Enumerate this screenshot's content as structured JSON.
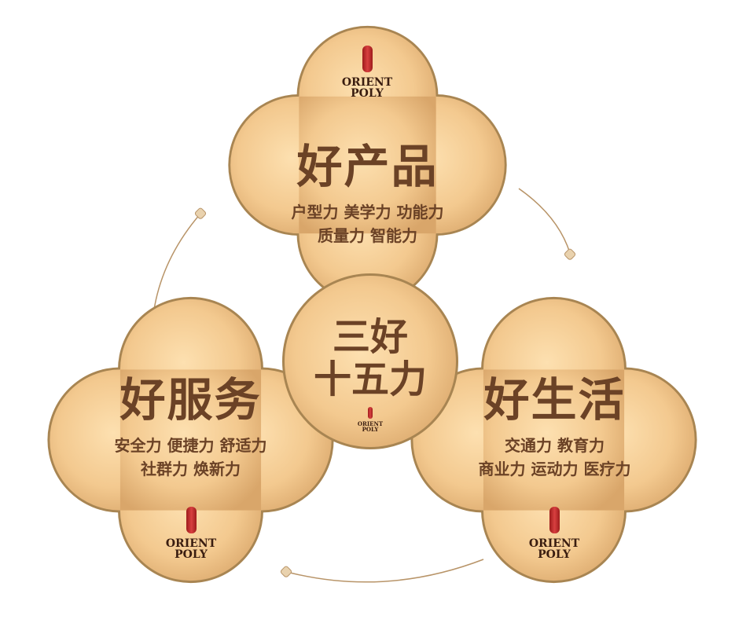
{
  "center": {
    "line1": "三好",
    "line2": "十五力",
    "logo": "ORIENT POLY",
    "logo_line1": "ORIENT",
    "logo_line2": "POLY"
  },
  "nodes": [
    {
      "title": "好产品",
      "line1": "户型力 美学力 功能力",
      "line2": "质量力 智能力"
    },
    {
      "title": "好服务",
      "line1": "安全力 便捷力 舒适力",
      "line2": "社群力 焕新力"
    },
    {
      "title": "好生活",
      "line1": "交通力 教育力",
      "line2": "商业力 运动力 医疗力"
    }
  ],
  "logo": {
    "line1": "ORIENT",
    "line2": "POLY"
  },
  "colors": {
    "gold_light": "#fcd9a4",
    "gold_dark": "#d9a86a",
    "text": "#6b4226",
    "seal": "#c0302c",
    "ring": "#b08a55"
  }
}
